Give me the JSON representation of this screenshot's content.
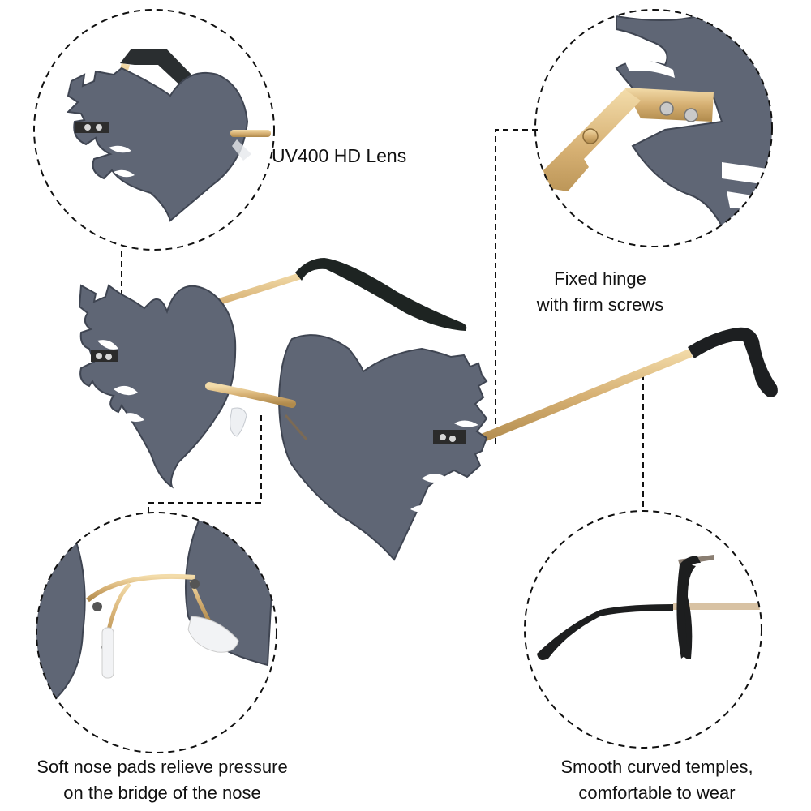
{
  "infographic": {
    "subject": "Heart-shaped flame rimless sunglasses",
    "colors": {
      "background": "#ffffff",
      "lens": "#5f6675",
      "lens_edge": "#3f4552",
      "gold_metal": "#d9b77e",
      "temple_tip": "#1e2220",
      "dashed_line": "#111111",
      "text": "#111111"
    },
    "features": [
      {
        "id": "lens",
        "label": "UV400 HD Lens",
        "detail_view": "close-up of heart flame lens"
      },
      {
        "id": "hinge",
        "label_line1": "Fixed hinge",
        "label_line2": "with firm screws",
        "detail_view": "close-up of hinge with two screws"
      },
      {
        "id": "nose",
        "label_line1": "Soft nose pads relieve pressure",
        "label_line2": "on the bridge of the nose",
        "detail_view": "close-up of bridge and silicone nose pads"
      },
      {
        "id": "temple",
        "label_line1": "Smooth curved temples,",
        "label_line2": "comfortable to wear",
        "detail_view": "close-up of curved black temple tips"
      }
    ]
  }
}
